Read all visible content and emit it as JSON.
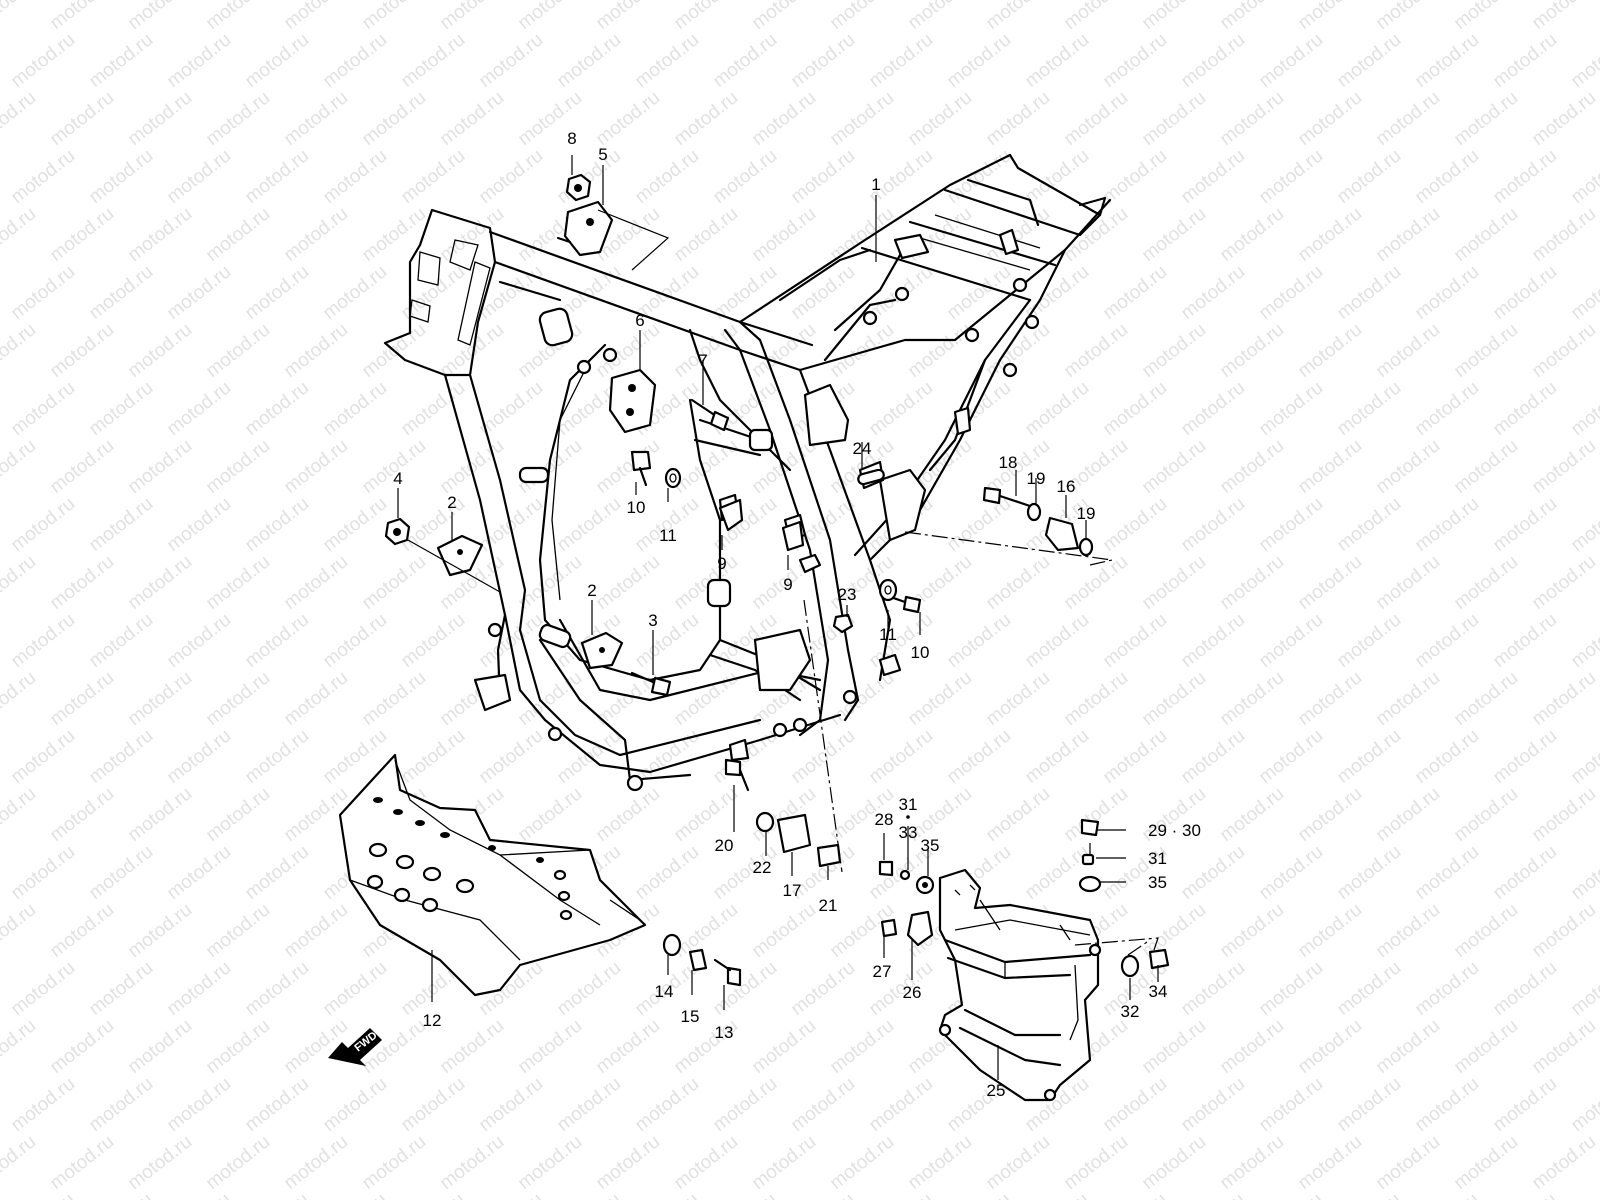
{
  "watermark": {
    "text": "motod.ru",
    "color": "#c9c9c9"
  },
  "fwd_label": "FWD",
  "parts": [
    {
      "id": "p1",
      "label": "1"
    },
    {
      "id": "p2a",
      "label": "2"
    },
    {
      "id": "p2b",
      "label": "2"
    },
    {
      "id": "p3",
      "label": "3"
    },
    {
      "id": "p4",
      "label": "4"
    },
    {
      "id": "p5",
      "label": "5"
    },
    {
      "id": "p6",
      "label": "6"
    },
    {
      "id": "p7",
      "label": "7"
    },
    {
      "id": "p8",
      "label": "8"
    },
    {
      "id": "p9a",
      "label": "9"
    },
    {
      "id": "p9b",
      "label": "9"
    },
    {
      "id": "p10a",
      "label": "10"
    },
    {
      "id": "p10b",
      "label": "10"
    },
    {
      "id": "p11a",
      "label": "11"
    },
    {
      "id": "p11b",
      "label": "11"
    },
    {
      "id": "p12",
      "label": "12"
    },
    {
      "id": "p13",
      "label": "13"
    },
    {
      "id": "p14",
      "label": "14"
    },
    {
      "id": "p15",
      "label": "15"
    },
    {
      "id": "p16",
      "label": "16"
    },
    {
      "id": "p17",
      "label": "17"
    },
    {
      "id": "p18",
      "label": "18"
    },
    {
      "id": "p19a",
      "label": "19"
    },
    {
      "id": "p19b",
      "label": "19"
    },
    {
      "id": "p20",
      "label": "20"
    },
    {
      "id": "p21",
      "label": "21"
    },
    {
      "id": "p22",
      "label": "22"
    },
    {
      "id": "p23",
      "label": "23"
    },
    {
      "id": "p24",
      "label": "24"
    },
    {
      "id": "p25",
      "label": "25"
    },
    {
      "id": "p26",
      "label": "26"
    },
    {
      "id": "p27",
      "label": "27"
    },
    {
      "id": "p28",
      "label": "28"
    },
    {
      "id": "p29",
      "label": "29 · 30"
    },
    {
      "id": "p31a",
      "label": "31"
    },
    {
      "id": "p31b",
      "label": "31"
    },
    {
      "id": "p32",
      "label": "32"
    },
    {
      "id": "p33",
      "label": "33"
    },
    {
      "id": "p34",
      "label": "34"
    },
    {
      "id": "p35a",
      "label": "35"
    },
    {
      "id": "p35b",
      "label": "35"
    }
  ]
}
